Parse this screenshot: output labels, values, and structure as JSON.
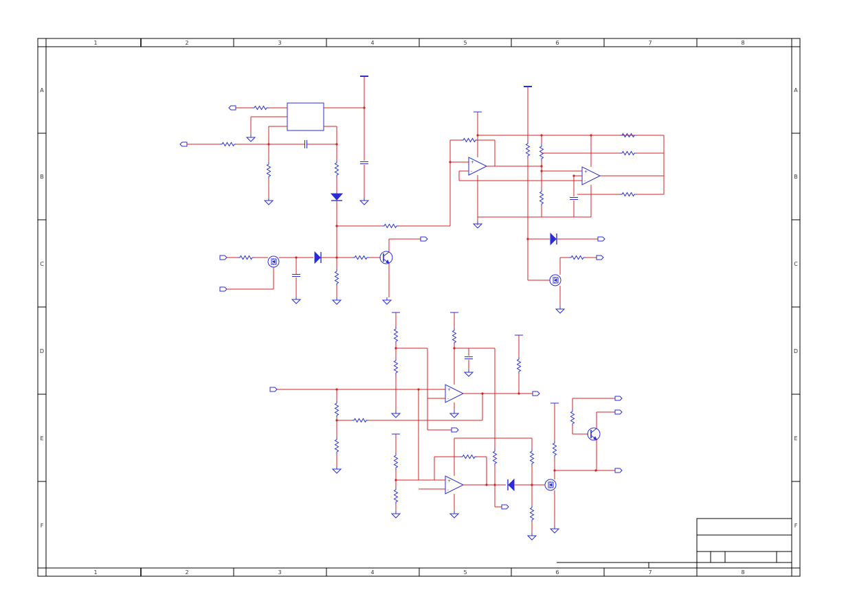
{
  "sheet": {
    "columns": [
      "1",
      "2",
      "3",
      "4",
      "5",
      "6",
      "7",
      "8"
    ],
    "rows": [
      "A",
      "B",
      "C",
      "D",
      "E",
      "F"
    ]
  },
  "colors": {
    "wire": "#d42020",
    "component": "#2a2ad8",
    "frame": "#000000"
  }
}
